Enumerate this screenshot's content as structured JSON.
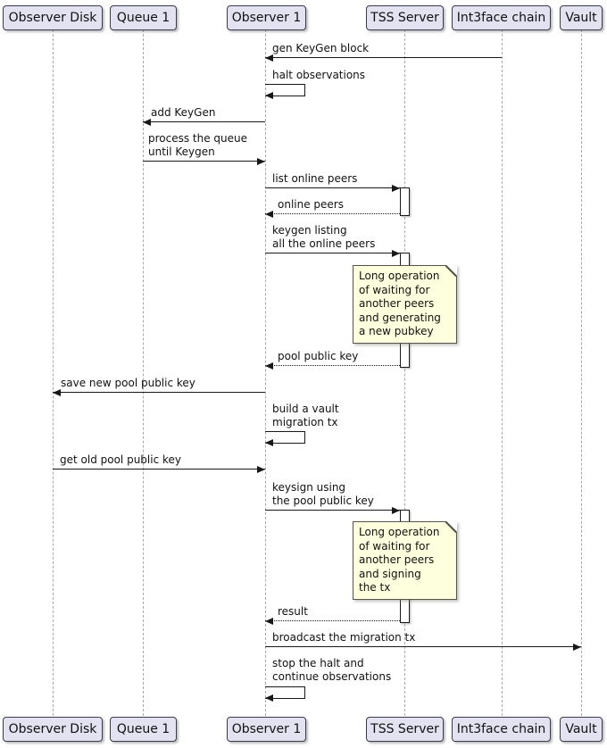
{
  "diagram_type": "uml-sequence-diagram",
  "colors": {
    "background": "#ffffff",
    "participant_fill": "#E2E2F0",
    "participant_border": "#3b3b4f",
    "note_fill": "#FEFFDD",
    "note_border": "#55554a",
    "lifeline": "#A8A8A8",
    "arrow": "#181818",
    "text": "#111111"
  },
  "participants": [
    {
      "label": "Observer Disk"
    },
    {
      "label": "Queue 1"
    },
    {
      "label": "Observer 1"
    },
    {
      "label": "TSS Server"
    },
    {
      "label": "Int3face chain"
    },
    {
      "label": "Vault"
    }
  ],
  "messages": [
    {
      "text": "gen KeyGen block",
      "from": "Int3face chain",
      "to": "Observer 1",
      "style": "solid"
    },
    {
      "text": "halt observations",
      "from": "Observer 1",
      "to": "Observer 1",
      "style": "self"
    },
    {
      "text": "add KeyGen",
      "from": "Observer 1",
      "to": "Queue 1",
      "style": "solid"
    },
    {
      "text": "process the queue\nuntil Keygen",
      "from": "Queue 1",
      "to": "Observer 1",
      "style": "solid"
    },
    {
      "text": "list online peers",
      "from": "Observer 1",
      "to": "TSS Server",
      "style": "solid"
    },
    {
      "text": "online peers",
      "from": "TSS Server",
      "to": "Observer 1",
      "style": "dotted"
    },
    {
      "text": "keygen listing\nall the online peers",
      "from": "Observer 1",
      "to": "TSS Server",
      "style": "solid"
    },
    {
      "text": "pool public key",
      "from": "TSS Server",
      "to": "Observer 1",
      "style": "dotted"
    },
    {
      "text": "save new pool public key",
      "from": "Observer 1",
      "to": "Observer Disk",
      "style": "solid"
    },
    {
      "text": "build a vault\nmigration tx",
      "from": "Observer 1",
      "to": "Observer 1",
      "style": "self"
    },
    {
      "text": "get old pool public key",
      "from": "Observer Disk",
      "to": "Observer 1",
      "style": "solid"
    },
    {
      "text": "keysign using\nthe pool public key",
      "from": "Observer 1",
      "to": "TSS Server",
      "style": "solid"
    },
    {
      "text": "result",
      "from": "TSS Server",
      "to": "Observer 1",
      "style": "dotted"
    },
    {
      "text": "broadcast the migration tx",
      "from": "Observer 1",
      "to": "Vault",
      "style": "solid"
    },
    {
      "text": "stop the halt and\ncontinue observations",
      "from": "Observer 1",
      "to": "Observer 1",
      "style": "self"
    }
  ],
  "notes": [
    {
      "text": "Long operation\nof waiting for\nanother peers\nand generating\na new pubkey",
      "over": "TSS Server"
    },
    {
      "text": "Long operation\nof waiting for\nanother peers\nand signing\nthe tx",
      "over": "TSS Server"
    }
  ]
}
